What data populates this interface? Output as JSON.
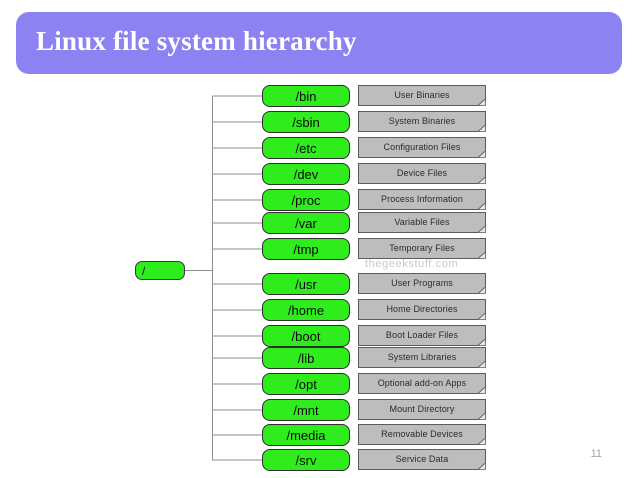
{
  "slide": {
    "title": "Linux file system hierarchy",
    "page_number": "11",
    "watermark": "thegeekstuff.com",
    "banner_color": "#8c82f2",
    "node_color": "#2fec1d",
    "desc_color": "#bdbdbd"
  },
  "diagram": {
    "type": "tree",
    "root": {
      "label": "/"
    },
    "nodes": [
      {
        "path": "/bin",
        "description": "User Binaries"
      },
      {
        "path": "/sbin",
        "description": "System Binaries"
      },
      {
        "path": "/etc",
        "description": "Configuration Files"
      },
      {
        "path": "/dev",
        "description": "Device Files"
      },
      {
        "path": "/proc",
        "description": "Process Information"
      },
      {
        "path": "/var",
        "description": "Variable Files"
      },
      {
        "path": "/tmp",
        "description": "Temporary Files"
      },
      {
        "path": "/usr",
        "description": "User Programs"
      },
      {
        "path": "/home",
        "description": "Home Directories"
      },
      {
        "path": "/boot",
        "description": "Boot Loader Files"
      },
      {
        "path": "/lib",
        "description": "System Libraries"
      },
      {
        "path": "/opt",
        "description": "Optional add-on Apps"
      },
      {
        "path": "/mnt",
        "description": "Mount Directory"
      },
      {
        "path": "/media",
        "description": "Removable Devices"
      },
      {
        "path": "/srv",
        "description": "Service Data"
      }
    ]
  }
}
